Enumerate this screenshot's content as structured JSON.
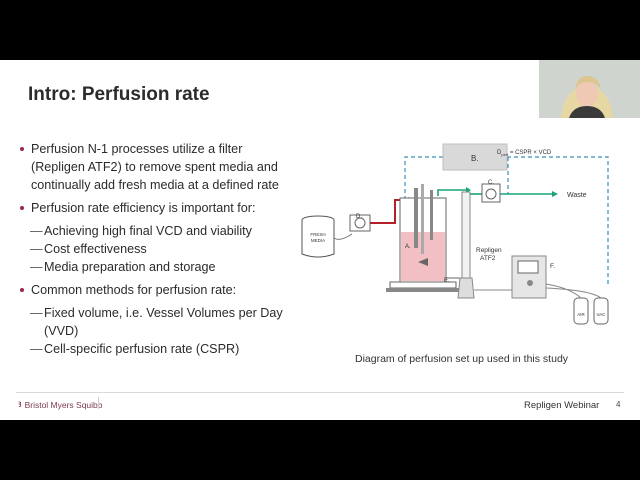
{
  "slide": {
    "title": "Intro: Perfusion rate",
    "bullets": [
      {
        "text": "Perfusion N-1 processes utilize a filter (Repligen ATF2) to remove spent media and continually add fresh media at a defined rate",
        "sub": []
      },
      {
        "text": "Perfusion rate efficiency is important for:",
        "sub": [
          "Achieving high final VCD and viability",
          "Cost effectiveness",
          "Media preparation and storage"
        ]
      },
      {
        "text": "Common methods for perfusion rate:",
        "sub": [
          "Fixed volume, i.e. Vessel Volumes per Day (VVD)",
          "Cell-specific perfusion rate (CSPR)"
        ]
      }
    ],
    "diagram": {
      "box_b": "B.",
      "equation_d": "D",
      "equation_sub": "perf",
      "equation_rest": " = CSPR × VCD",
      "label_a": "A.",
      "label_c": "C.",
      "label_d": "D.",
      "label_e": "E.",
      "label_f": "F.",
      "waste": "Waste",
      "fresh_1": "FRESH",
      "fresh_2": "MEDIA",
      "atf_1": "Repligen",
      "atf_2": "ATF2",
      "air": "AIR",
      "vac": "VAC",
      "caption": "Diagram of perfusion set up used in this study"
    },
    "footer": {
      "logo": "Bristol Myers Squibb",
      "right": "Repligen Webinar",
      "page": "4"
    }
  },
  "colors": {
    "bullet": "#9b2a46",
    "feed_line": "#b3202a",
    "waste_line": "#1aa37a",
    "control_line": "#3a8fb7",
    "culture": "#f2bfc4"
  }
}
